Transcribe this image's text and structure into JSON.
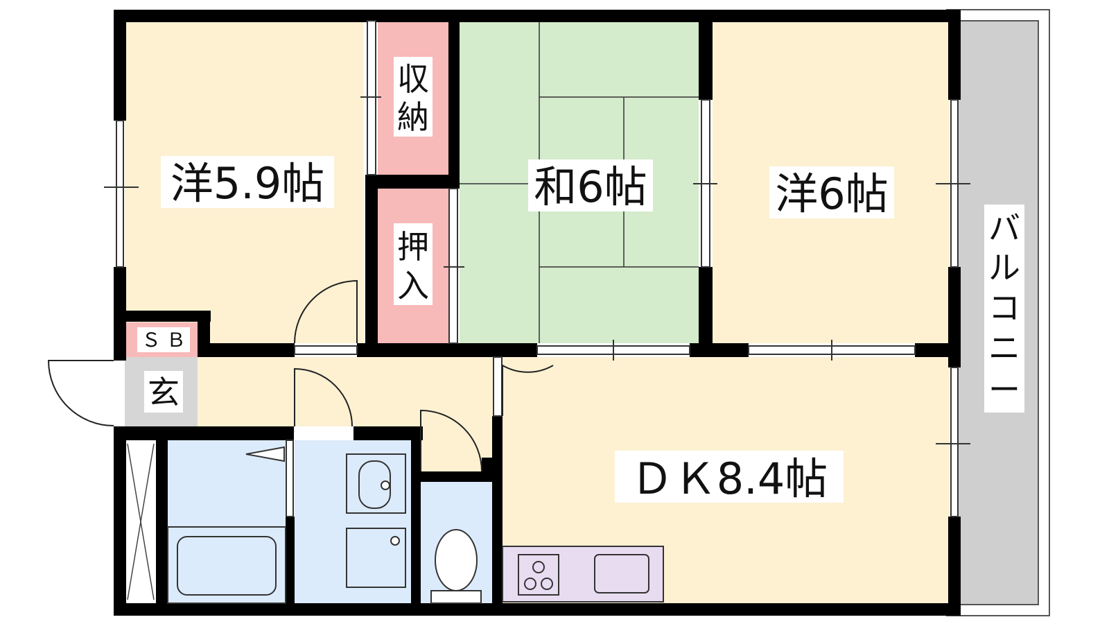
{
  "labels": {
    "western_room_1": "洋5.9帖",
    "japanese_room": "和6帖",
    "western_room_2": "洋6帖",
    "dining_kitchen": "ＤＫ8.4帖",
    "storage_1": "収",
    "storage_2": "納",
    "closet_1": "押",
    "closet_2": "入",
    "shoe_box": "ＳＢ",
    "entrance": "玄",
    "balcony": [
      "バ",
      "ル",
      "コ",
      "ニ",
      "ー"
    ]
  },
  "colors": {
    "western": "#fdf1d2",
    "tatami": "#d4ebcc",
    "storage": "#f8b9b9",
    "wet_area": "#dcebfb",
    "kitchen": "#e8dcf1",
    "balcony": "#cfcfcf",
    "entrance": "#d6d6d6",
    "wall": "#000000"
  }
}
